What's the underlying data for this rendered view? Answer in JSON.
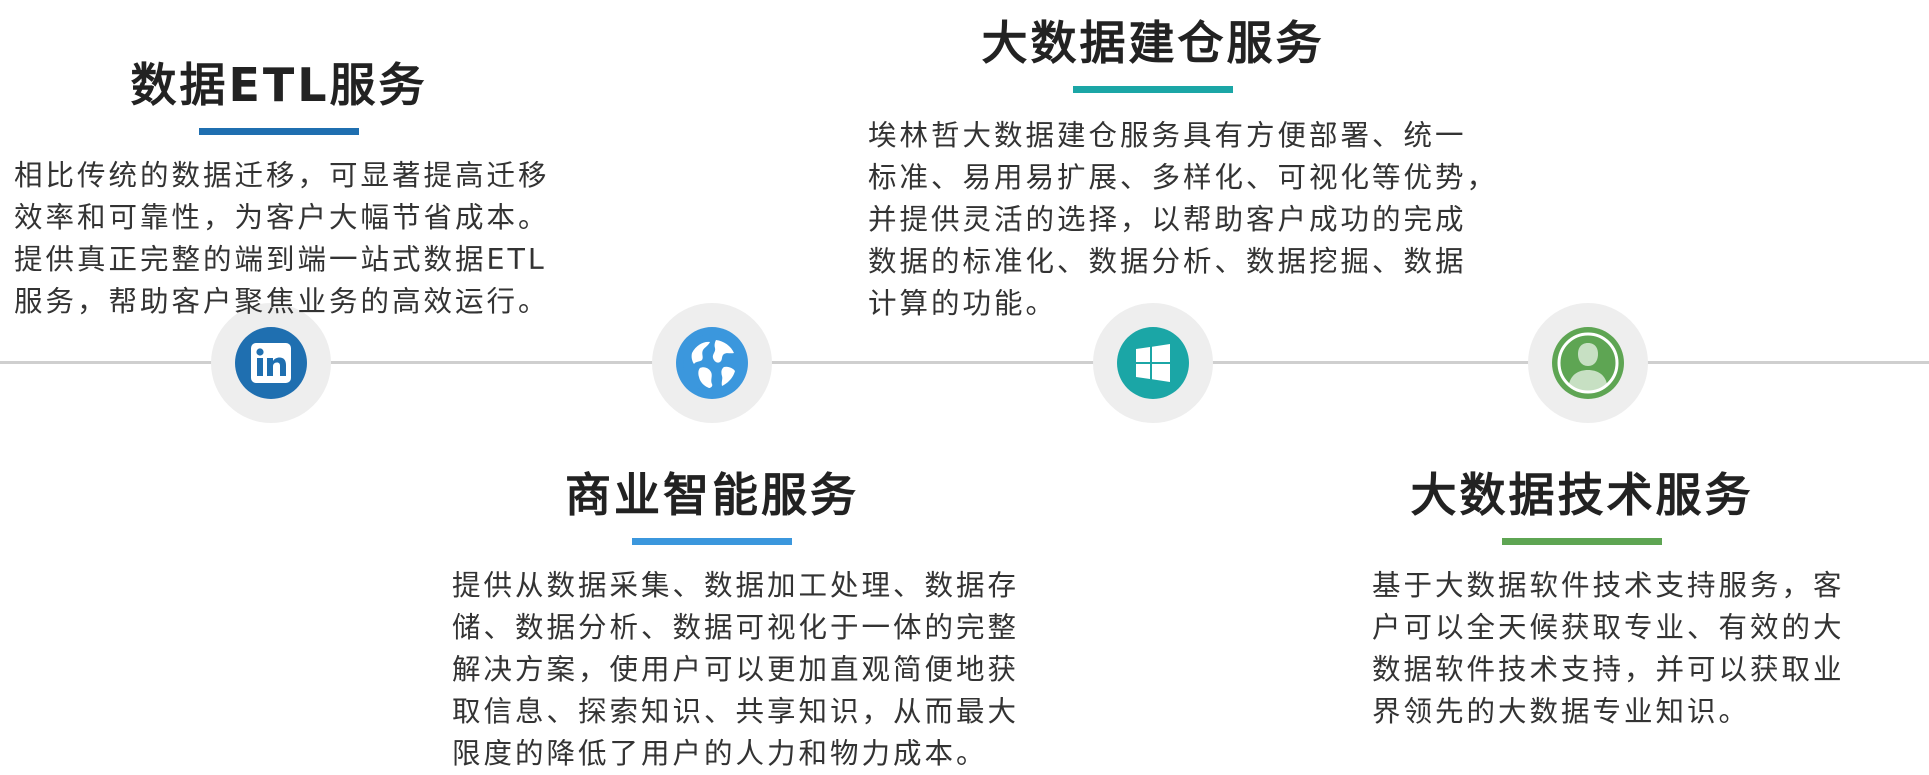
{
  "colors": {
    "etl": "#1f6fb0",
    "bi": "#3b97dd",
    "dw": "#1ba6a6",
    "tech": "#5ea553",
    "node_bg": "#eeeeee",
    "line": "#cfcfcf"
  },
  "icons": {
    "etl": "linkedin-icon",
    "bi": "globe-icon",
    "dw": "windows-icon",
    "tech": "user-icon"
  },
  "etl": {
    "title": "数据ETL服务",
    "lines": [
      "相比传统的数据迁移，可显著提高迁移",
      "效率和可靠性，为客户大幅节省成本。",
      "提供真正完整的端到端一站式数据ETL",
      "服务，帮助客户聚焦业务的高效运行。"
    ]
  },
  "dw": {
    "title": "大数据建仓服务",
    "lines": [
      "埃林哲大数据建仓服务具有方便部署、统一",
      "标准、易用易扩展、多样化、可视化等优势，",
      "并提供灵活的选择，以帮助客户成功的完成",
      "数据的标准化、数据分析、数据挖掘、数据",
      "计算的功能。"
    ]
  },
  "bi": {
    "title": "商业智能服务",
    "lines": [
      "提供从数据采集、数据加工处理、数据存",
      "储、数据分析、数据可视化于一体的完整",
      "解决方案，使用户可以更加直观简便地获",
      "取信息、探索知识、共享知识，从而最大",
      "限度的降低了用户的人力和物力成本。"
    ]
  },
  "tech": {
    "title": "大数据技术服务",
    "lines": [
      "基于大数据软件技术支持服务，客",
      "户可以全天候获取专业、有效的大",
      "数据软件技术支持，并可以获取业",
      "界领先的大数据专业知识。"
    ]
  }
}
